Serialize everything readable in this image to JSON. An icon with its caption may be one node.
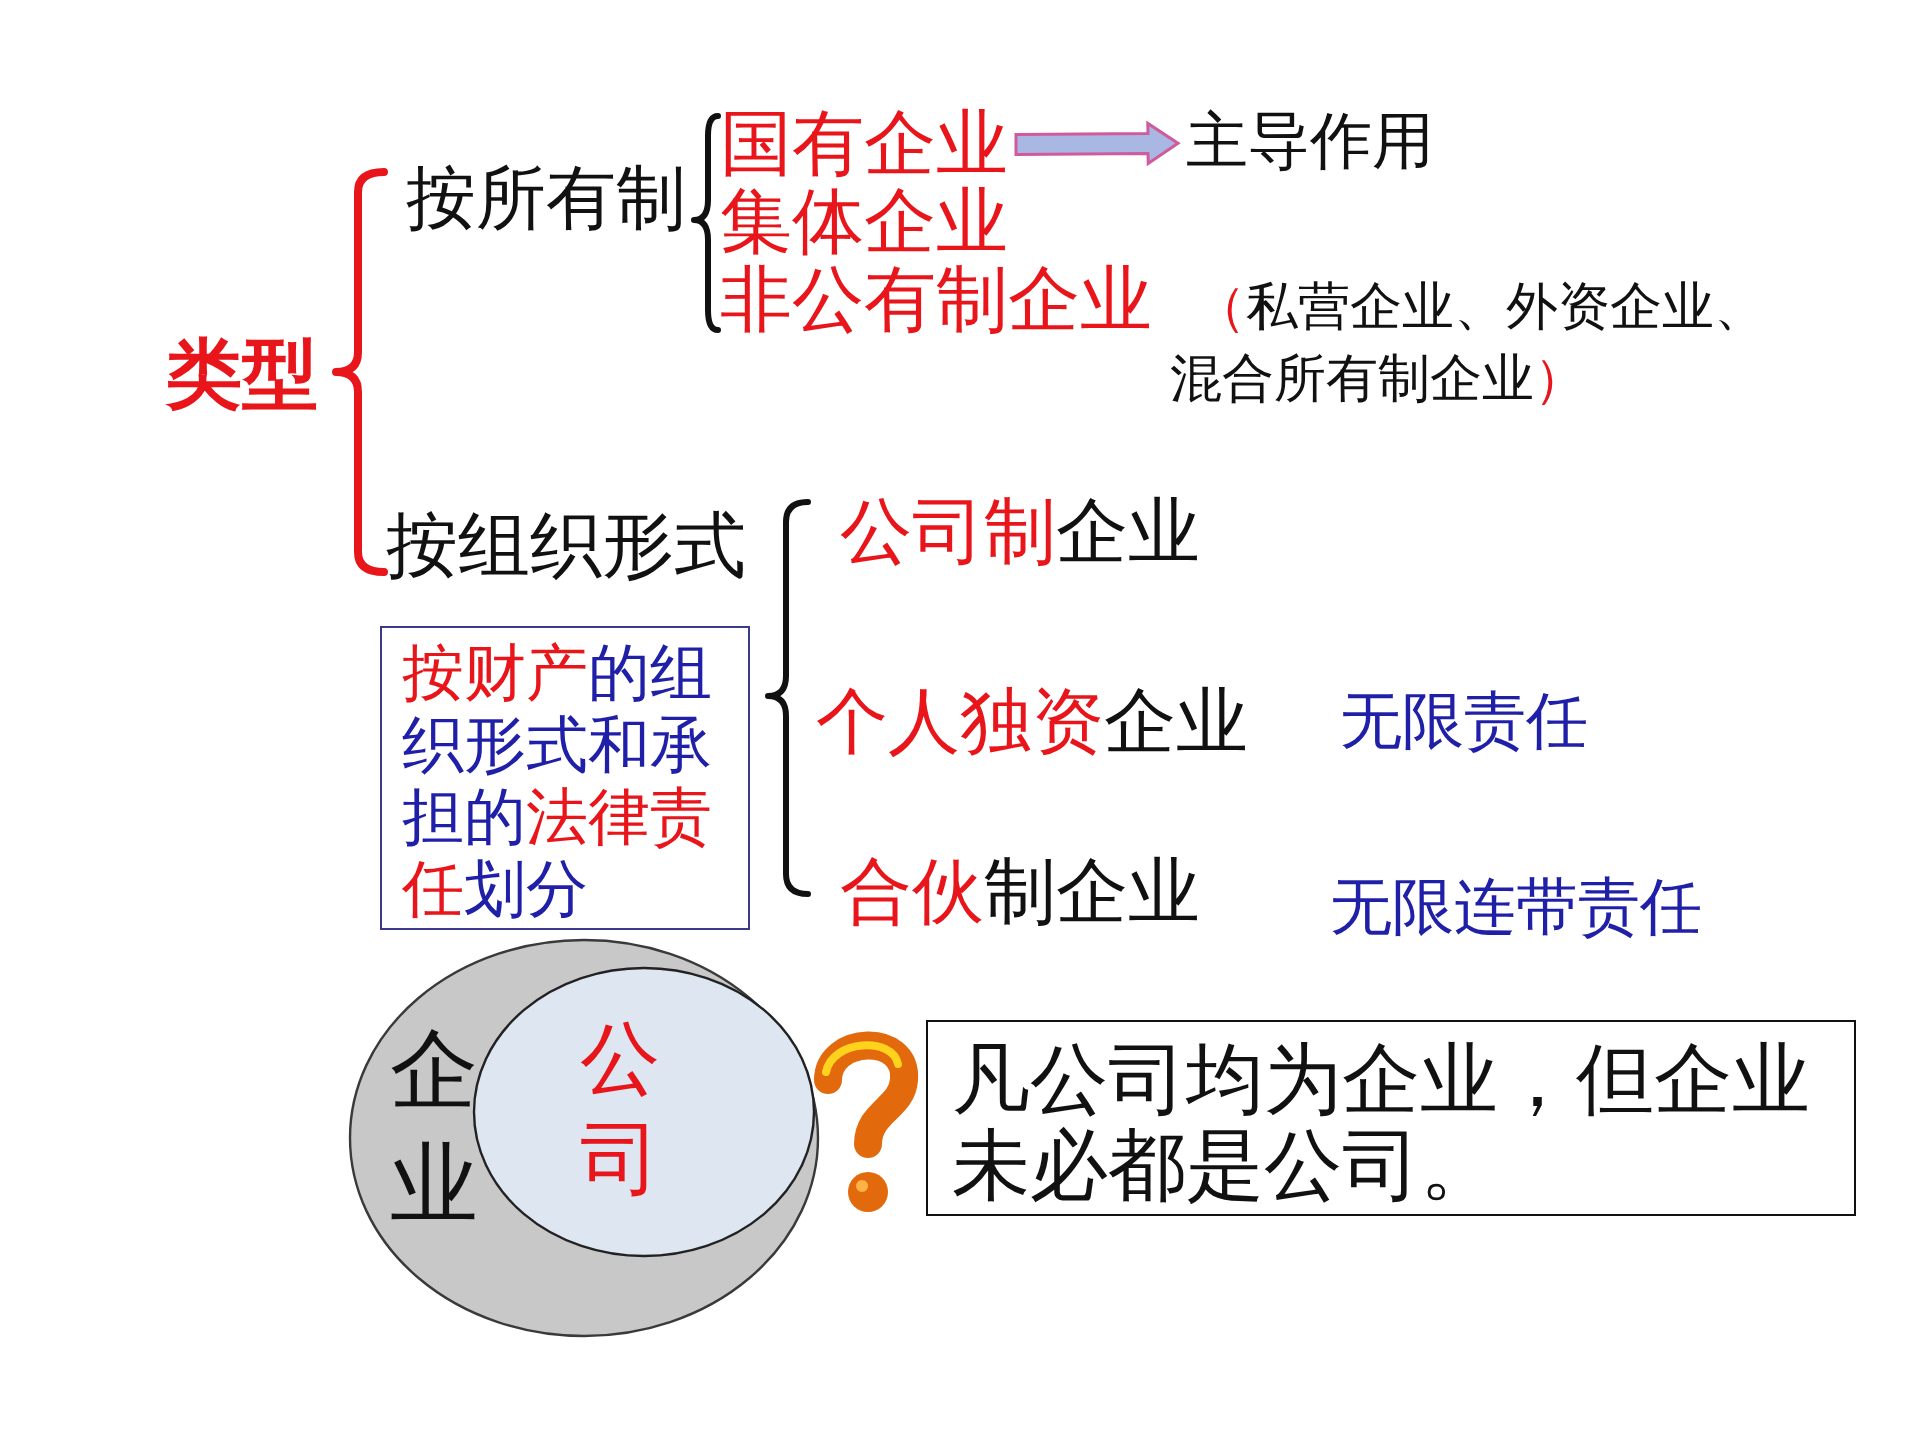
{
  "diagram": {
    "nodes": [
      {
        "text": [
          "国有企业"
        ]
      },
      {
        "text": [
          "主导作用"
        ]
      },
      {
        "text": [
          "按财产的组织形式和承担的法律责任划分"
        ]
      },
      {
        "text": [
          "企业"
        ]
      },
      {
        "text": [
          "公司"
        ],
        "in": 3
      },
      {
        "text": [
          "凡公司均为企业，但企业未必都是公司。"
        ]
      }
    ],
    "edges": [
      {
        "from": 0,
        "to": 1,
        "arrow": "to"
      }
    ],
    "labels": [
      "类型",
      "按所有制",
      "集体企业",
      "非公有制企业",
      "（私营企业、外资企业、混合所有制企业）",
      "按组织形式",
      "公司制企业",
      "个人独资企业",
      "无限责任",
      "合伙制企业",
      "无限连带责任"
    ]
  }
}
